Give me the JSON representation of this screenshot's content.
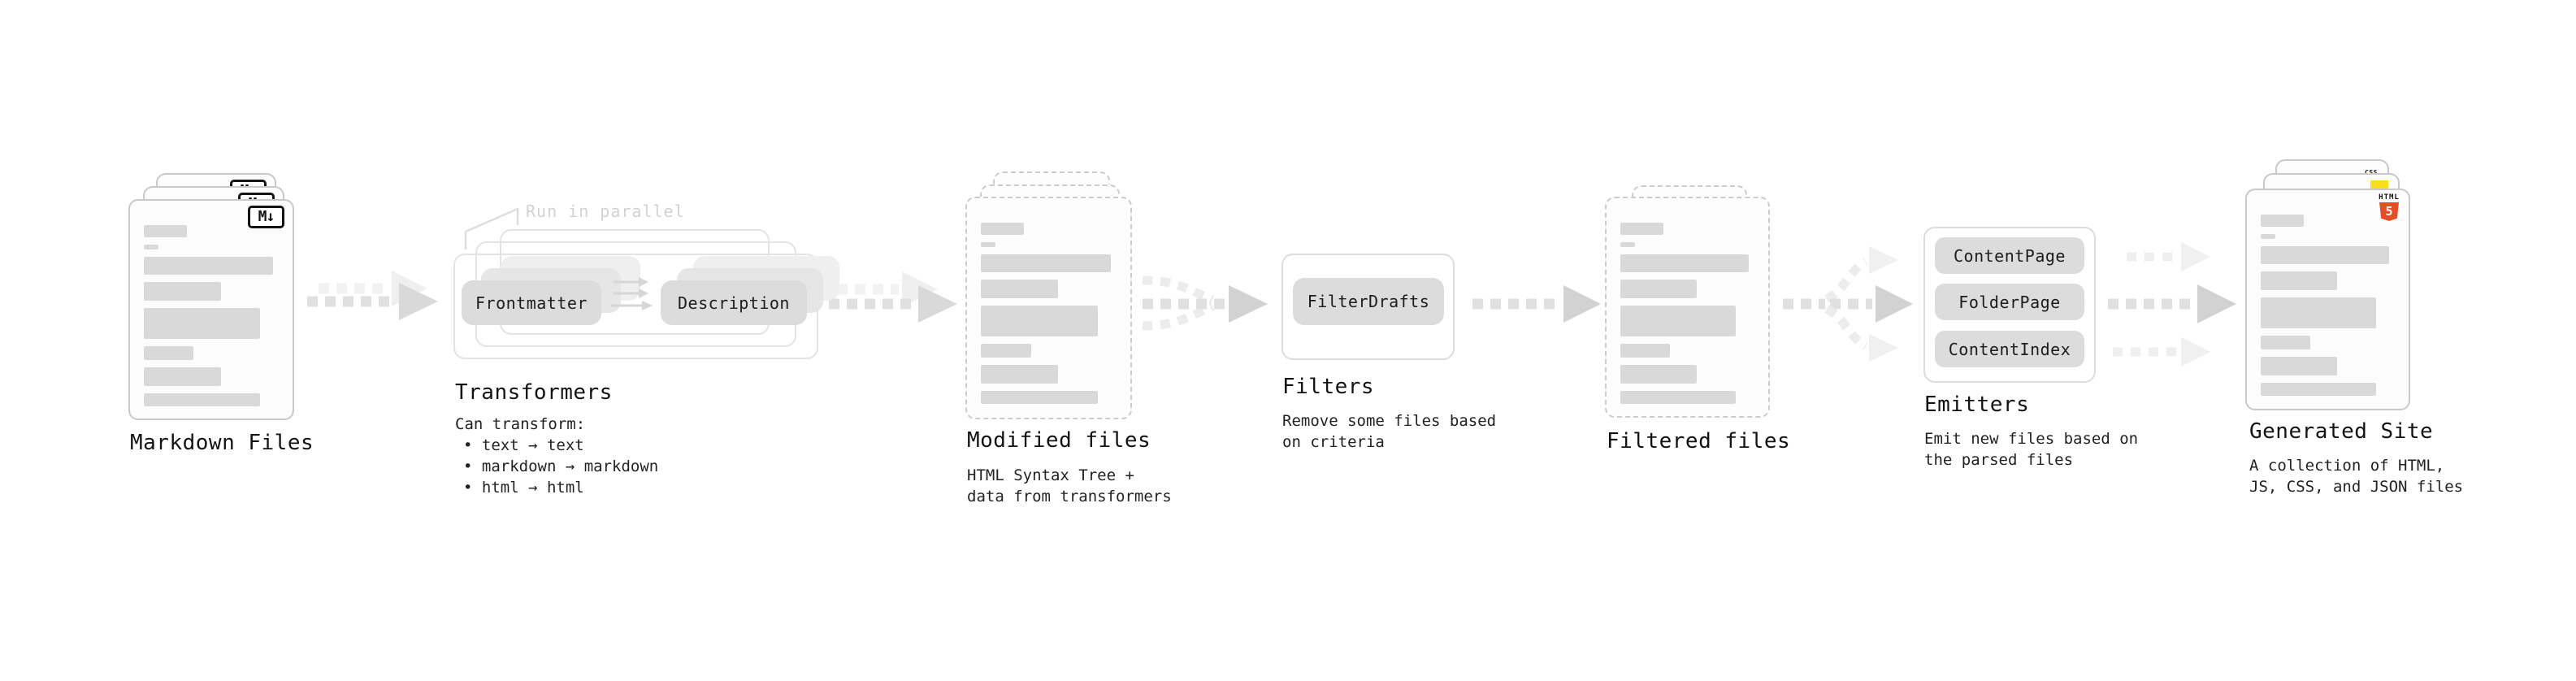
{
  "stages": {
    "markdown": {
      "label": "Markdown Files",
      "badge": "M↓"
    },
    "transformers": {
      "label": "Transformers",
      "note": "Run in parallel",
      "pill_from": "Frontmatter",
      "pill_to": "Description",
      "desc_title": "Can transform:",
      "bullet1": "text → text",
      "bullet2": "markdown → markdown",
      "bullet3": "html → html"
    },
    "modified": {
      "label": "Modified files",
      "desc1": "HTML Syntax Tree +",
      "desc2": "data from transformers"
    },
    "filters": {
      "label": "Filters",
      "pill": "FilterDrafts",
      "desc1": "Remove some files based",
      "desc2": "on criteria"
    },
    "filtered": {
      "label": "Filtered files"
    },
    "emitters": {
      "label": "Emitters",
      "pill1": "ContentPage",
      "pill2": "FolderPage",
      "pill3": "ContentIndex",
      "desc1": "Emit new files based on",
      "desc2": "the parsed files"
    },
    "generated": {
      "label": "Generated Site",
      "desc1": "A collection of HTML,",
      "desc2": "JS, CSS, and JSON files",
      "html_label": "HTML",
      "html_number": "5",
      "css_label": "CSS"
    }
  },
  "colors": {
    "html5_orange": "#e44d26",
    "js_yellow": "#f7df1e",
    "css_blue": "#2965f1",
    "card_border": "#c9c9c9",
    "bar_gray": "#d9d9d9",
    "pill_gray": "#dcdcdc",
    "arrow_gray": "#d4d4d4",
    "faint_gray": "#efefef"
  }
}
